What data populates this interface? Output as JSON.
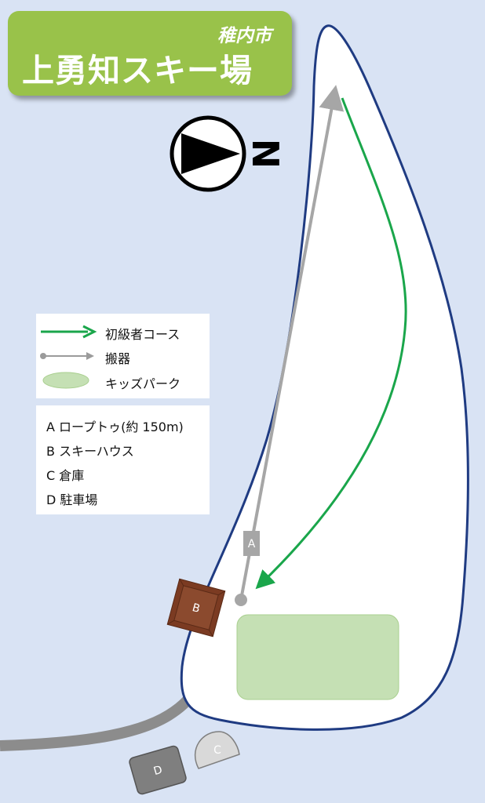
{
  "header": {
    "city": "稚内市",
    "title": "上勇知スキー場"
  },
  "compass": {
    "direction_label": "N"
  },
  "legend": {
    "symbols": [
      {
        "label": "初級者コース",
        "symbol": "green-arrow",
        "color": "#1aa64b"
      },
      {
        "label": "搬器",
        "symbol": "gray-lift-arrow",
        "color": "#9b9b9b"
      },
      {
        "label": "キッズパーク",
        "symbol": "green-ellipse",
        "color": "#c5e0b4"
      }
    ],
    "facilities": [
      {
        "text": "A ロープトゥ(約 150m)"
      },
      {
        "text": "B スキーハウス"
      },
      {
        "text": "C 倉庫"
      },
      {
        "text": "D 駐車場"
      }
    ]
  },
  "markers": {
    "rope_tow": "A",
    "ski_house": "B",
    "storage": "C",
    "parking": "D"
  },
  "colors": {
    "background": "#d9e3f4",
    "slope": "#ffffff",
    "slope_outline": "#1f3b82",
    "title_bg": "#99c24a",
    "course": "#1aa64b",
    "lift": "#a6a6a6",
    "kids_park": "#c5e0b4",
    "ski_house": "#7b3b22",
    "storage": "#d9d9d9",
    "parking": "#7f7f7f",
    "road": "#8c8c8c"
  }
}
